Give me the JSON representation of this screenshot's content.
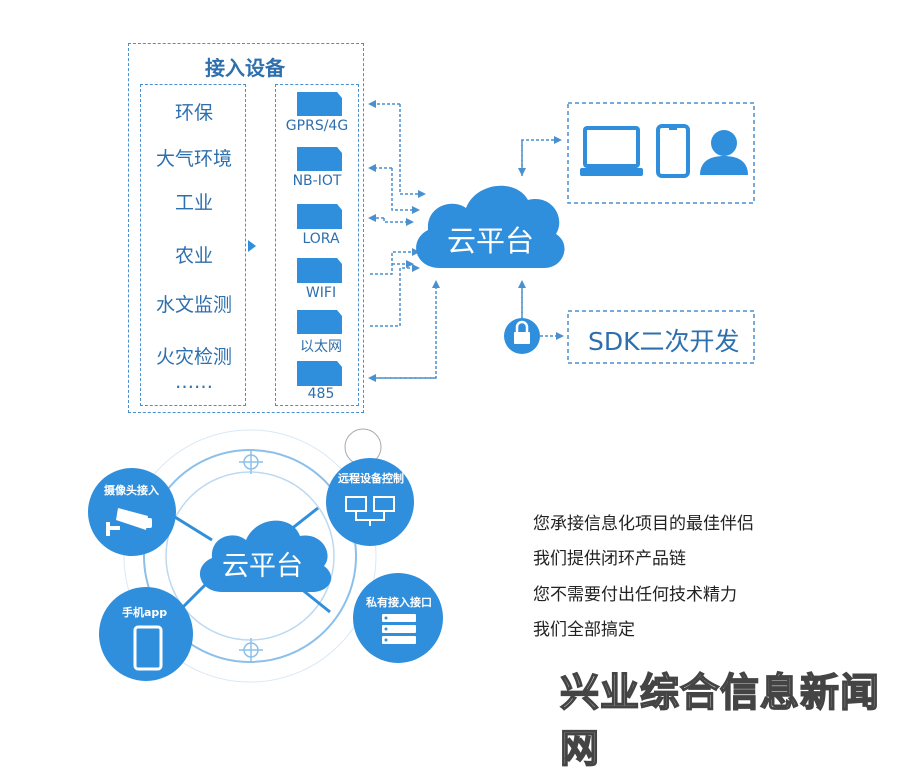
{
  "devices": {
    "title": "接入设备",
    "categories": [
      "环保",
      "大气环境",
      "工业",
      "农业",
      "水文监测",
      "火灾检测",
      "……"
    ],
    "protocols": [
      "GPRS/4G",
      "NB-IOT",
      "LORA",
      "WIFI",
      "以太网",
      "485"
    ]
  },
  "cloud_label": "云平台",
  "sdk_label": "SDK二次开发",
  "hub": {
    "center": "云平台",
    "nodes": [
      "摄像头接入",
      "远程设备控制",
      "手机app",
      "私有接入接口"
    ]
  },
  "slogans": [
    "您承接信息化项目的最佳伴侣",
    "我们提供闭环产品链",
    "您不需要付出任何技术精力",
    "我们全部搞定"
  ],
  "watermark": "兴业综合信息新闻网",
  "colors": {
    "primary": "#2f8fdc",
    "line": "#4a8fcf",
    "text": "#2e6fae"
  }
}
